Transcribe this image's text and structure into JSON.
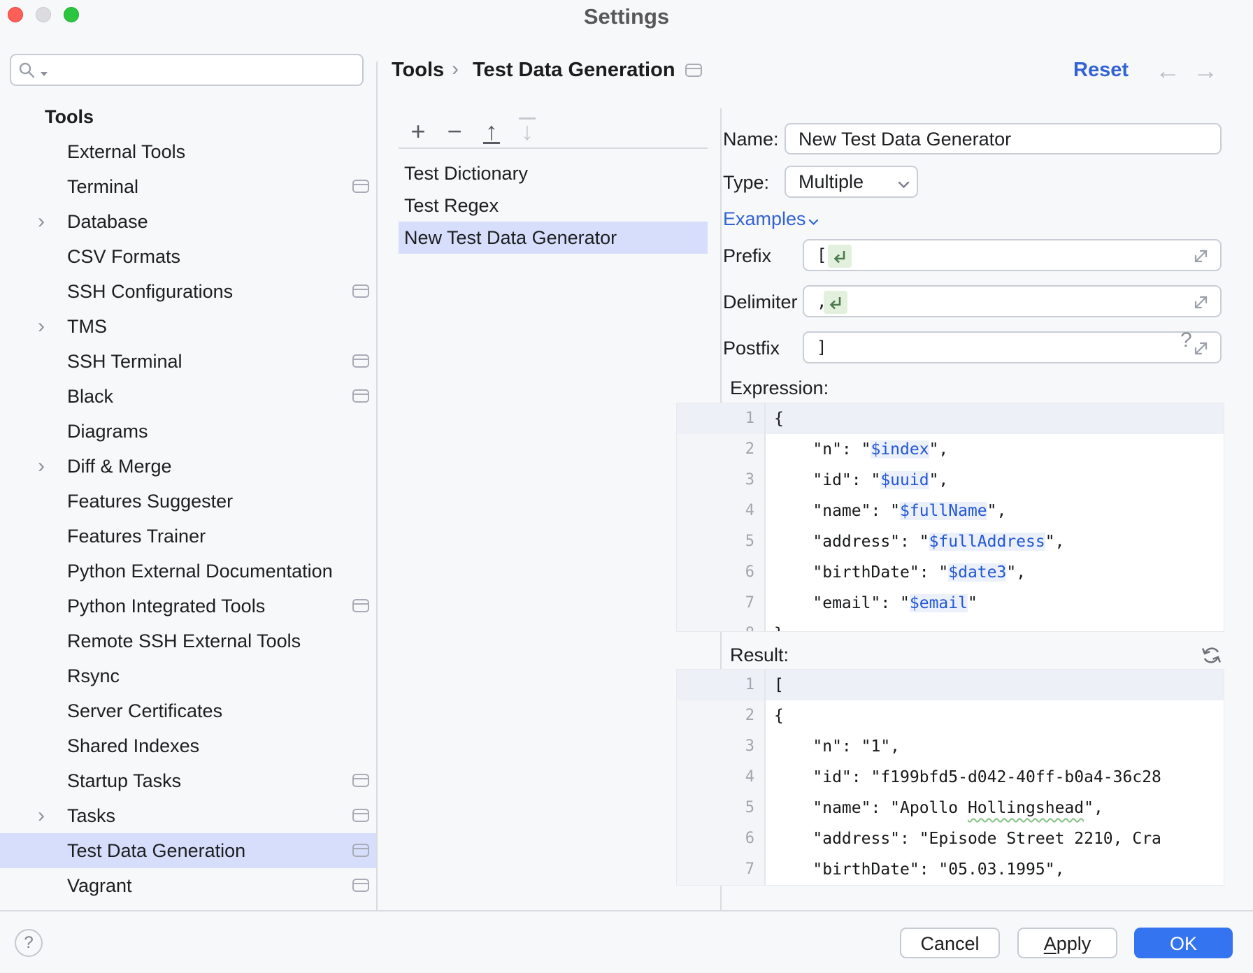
{
  "window": {
    "title": "Settings"
  },
  "colors": {
    "accent": "#3574f0",
    "selection": "#d6defb",
    "link_blue": "#3363d3",
    "variable_blue": "#2257d6",
    "variable_highlight": "#ecf0fb",
    "enter_chip_green": "#e3f0de",
    "spellcheck_green": "#85c285",
    "traffic_red": "#ff5f57",
    "traffic_gray": "#dcdce0",
    "traffic_green": "#2ac63f"
  },
  "icons": {
    "search": "magnifier-with-caret",
    "add": "plus",
    "remove": "minus",
    "move_up": "arrow-up-from-line",
    "move_down": "arrow-down-to-line",
    "back": "arrow-left",
    "forward": "arrow-right",
    "settings_target": "browser-window",
    "chevron_right": "›",
    "chevron_down": "v",
    "expand": "diagonal-double-arrow",
    "soft_return": "return-arrow",
    "refresh": "circular-arrows",
    "help": "?"
  },
  "sidebar": {
    "search_placeholder": "",
    "tree": [
      {
        "label": "Tools",
        "header": true
      },
      {
        "label": "External Tools"
      },
      {
        "label": "Terminal",
        "icon": true
      },
      {
        "label": "Database",
        "chevron": true
      },
      {
        "label": "CSV Formats"
      },
      {
        "label": "SSH Configurations",
        "icon": true
      },
      {
        "label": "TMS",
        "chevron": true
      },
      {
        "label": "SSH Terminal",
        "icon": true
      },
      {
        "label": "Black",
        "icon": true
      },
      {
        "label": "Diagrams"
      },
      {
        "label": "Diff & Merge",
        "chevron": true
      },
      {
        "label": "Features Suggester"
      },
      {
        "label": "Features Trainer"
      },
      {
        "label": "Python External Documentation"
      },
      {
        "label": "Python Integrated Tools",
        "icon": true
      },
      {
        "label": "Remote SSH External Tools"
      },
      {
        "label": "Rsync"
      },
      {
        "label": "Server Certificates"
      },
      {
        "label": "Shared Indexes"
      },
      {
        "label": "Startup Tasks",
        "icon": true
      },
      {
        "label": "Tasks",
        "chevron": true,
        "icon": true
      },
      {
        "label": "Test Data Generation",
        "icon": true,
        "selected": true
      },
      {
        "label": "Vagrant",
        "icon": true
      }
    ]
  },
  "header": {
    "breadcrumb_root": "Tools",
    "breadcrumb_sep": "›",
    "breadcrumb_page": "Test Data Generation",
    "reset_label": "Reset",
    "back_arrow": "←",
    "forward_arrow": "→"
  },
  "list_panel": {
    "toolbar": {
      "add": "+",
      "remove": "−",
      "move_up": "↑",
      "move_down": "↓"
    },
    "items": [
      {
        "label": "Test Dictionary"
      },
      {
        "label": "Test Regex"
      },
      {
        "label": "New Test Data Generator",
        "selected": true
      }
    ]
  },
  "form": {
    "name_label": "Name:",
    "name_value": "New Test Data Generator",
    "type_label": "Type:",
    "type_value": "Multiple",
    "examples_label": "Examples",
    "prefix_label": "Prefix",
    "prefix_value": "[",
    "prefix_has_enter_chip": true,
    "delimiter_label": "Delimiter",
    "delimiter_value": ",",
    "delimiter_has_enter_chip": true,
    "postfix_label": "Postfix",
    "postfix_value": "]",
    "expression_label": "Expression:",
    "expression_help": "?",
    "result_label": "Result:"
  },
  "expression_editor": {
    "lines": [
      {
        "hl": true,
        "segments": [
          {
            "t": "{"
          }
        ]
      },
      {
        "segments": [
          {
            "t": "    \"n\": \""
          },
          {
            "t": "$index",
            "c": "var"
          },
          {
            "t": "\","
          }
        ]
      },
      {
        "segments": [
          {
            "t": "    \"id\": \""
          },
          {
            "t": "$uuid",
            "c": "var"
          },
          {
            "t": "\","
          }
        ]
      },
      {
        "segments": [
          {
            "t": "    \"name\": \""
          },
          {
            "t": "$fullName",
            "c": "var"
          },
          {
            "t": "\","
          }
        ]
      },
      {
        "segments": [
          {
            "t": "    \"address\": \""
          },
          {
            "t": "$fullAddress",
            "c": "var"
          },
          {
            "t": "\","
          }
        ]
      },
      {
        "segments": [
          {
            "t": "    \"birthDate\": \""
          },
          {
            "t": "$date3",
            "c": "var"
          },
          {
            "t": "\","
          }
        ]
      },
      {
        "segments": [
          {
            "t": "    \"email\": \""
          },
          {
            "t": "$email",
            "c": "var"
          },
          {
            "t": "\""
          }
        ]
      },
      {
        "segments": [
          {
            "t": "}"
          }
        ]
      }
    ]
  },
  "result_editor": {
    "lines": [
      {
        "hl": true,
        "segments": [
          {
            "t": "["
          }
        ]
      },
      {
        "segments": [
          {
            "t": "{"
          }
        ]
      },
      {
        "segments": [
          {
            "t": "    \"n\": \"1\","
          }
        ]
      },
      {
        "segments": [
          {
            "t": "    \"id\": \"f199bfd5-d042-40ff-b0a4-36c28"
          }
        ]
      },
      {
        "segments": [
          {
            "t": "    \"name\": \"Apollo "
          },
          {
            "t": "Hollingshead",
            "c": "typo"
          },
          {
            "t": "\","
          }
        ]
      },
      {
        "segments": [
          {
            "t": "    \"address\": \"Episode Street 2210, Cra"
          }
        ]
      },
      {
        "segments": [
          {
            "t": "    \"birthDate\": \"05.03.1995\","
          }
        ]
      }
    ]
  },
  "footer": {
    "help": "?",
    "cancel_label": "Cancel",
    "apply_label": "Apply",
    "ok_label": "OK"
  }
}
